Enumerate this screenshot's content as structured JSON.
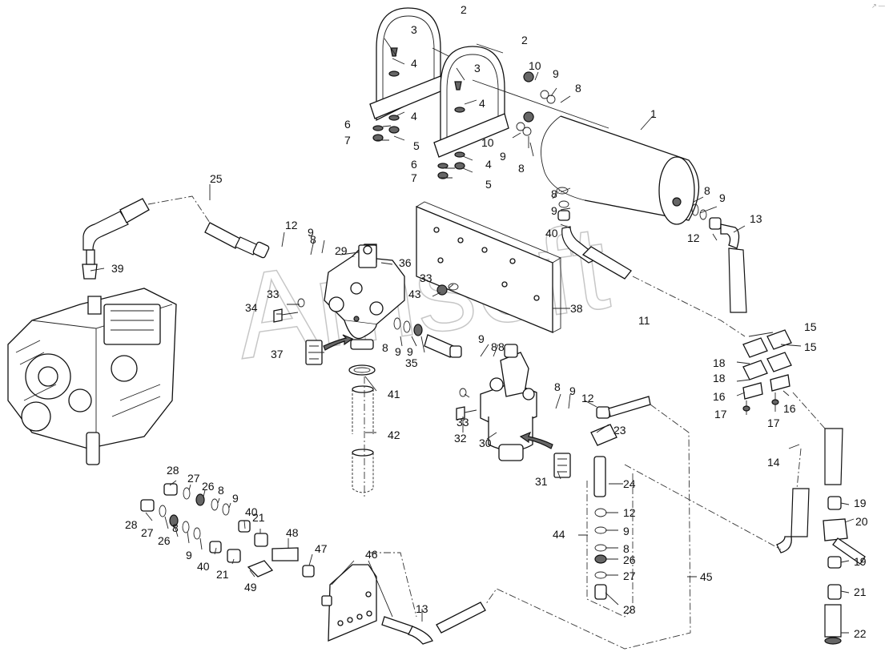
{
  "diagram": {
    "title": "Air tank and air dryer installation — exploded parts diagram",
    "watermark": "Amsoft",
    "corner_mark": "↗ —",
    "callouts": [
      {
        "id": "c1",
        "text": "1"
      },
      {
        "id": "c2a",
        "text": "2"
      },
      {
        "id": "c2b",
        "text": "2"
      },
      {
        "id": "c3a",
        "text": "3"
      },
      {
        "id": "c3b",
        "text": "3"
      },
      {
        "id": "c4a",
        "text": "4"
      },
      {
        "id": "c4b",
        "text": "4"
      },
      {
        "id": "c4c",
        "text": "4"
      },
      {
        "id": "c4d",
        "text": "4"
      },
      {
        "id": "c5a",
        "text": "5"
      },
      {
        "id": "c5b",
        "text": "5"
      },
      {
        "id": "c6a",
        "text": "6"
      },
      {
        "id": "c6b",
        "text": "6"
      },
      {
        "id": "c7a",
        "text": "7"
      },
      {
        "id": "c7b",
        "text": "7"
      },
      {
        "id": "c8a",
        "text": "8"
      },
      {
        "id": "c8b",
        "text": "8"
      },
      {
        "id": "c8c",
        "text": "8"
      },
      {
        "id": "c8d",
        "text": "8"
      },
      {
        "id": "c8e",
        "text": "8"
      },
      {
        "id": "c8f",
        "text": "8"
      },
      {
        "id": "c8g",
        "text": "8"
      },
      {
        "id": "c8h",
        "text": "8"
      },
      {
        "id": "c8i",
        "text": "8"
      },
      {
        "id": "c8j",
        "text": "8"
      },
      {
        "id": "c8k",
        "text": "8"
      },
      {
        "id": "c8l",
        "text": "8"
      },
      {
        "id": "c9a",
        "text": "9"
      },
      {
        "id": "c9b",
        "text": "9"
      },
      {
        "id": "c9c",
        "text": "9"
      },
      {
        "id": "c9d",
        "text": "9"
      },
      {
        "id": "c9e",
        "text": "9"
      },
      {
        "id": "c9f",
        "text": "9"
      },
      {
        "id": "c9g",
        "text": "9"
      },
      {
        "id": "c9h",
        "text": "9"
      },
      {
        "id": "c9i",
        "text": "9"
      },
      {
        "id": "c9j",
        "text": "9"
      },
      {
        "id": "c9k",
        "text": "9"
      },
      {
        "id": "c9l",
        "text": "9"
      },
      {
        "id": "c10a",
        "text": "10"
      },
      {
        "id": "c10b",
        "text": "10"
      },
      {
        "id": "c11",
        "text": "11"
      },
      {
        "id": "c12a",
        "text": "12"
      },
      {
        "id": "c12b",
        "text": "12"
      },
      {
        "id": "c12c",
        "text": "12"
      },
      {
        "id": "c12d",
        "text": "12"
      },
      {
        "id": "c13a",
        "text": "13"
      },
      {
        "id": "c13b",
        "text": "13"
      },
      {
        "id": "c14",
        "text": "14"
      },
      {
        "id": "c15a",
        "text": "15"
      },
      {
        "id": "c15b",
        "text": "15"
      },
      {
        "id": "c16a",
        "text": "16"
      },
      {
        "id": "c16b",
        "text": "16"
      },
      {
        "id": "c17a",
        "text": "17"
      },
      {
        "id": "c17b",
        "text": "17"
      },
      {
        "id": "c18a",
        "text": "18"
      },
      {
        "id": "c18b",
        "text": "18"
      },
      {
        "id": "c19a",
        "text": "19"
      },
      {
        "id": "c19b",
        "text": "19"
      },
      {
        "id": "c20",
        "text": "20"
      },
      {
        "id": "c21a",
        "text": "21"
      },
      {
        "id": "c21b",
        "text": "21"
      },
      {
        "id": "c21c",
        "text": "21"
      },
      {
        "id": "c22",
        "text": "22"
      },
      {
        "id": "c23",
        "text": "23"
      },
      {
        "id": "c24",
        "text": "24"
      },
      {
        "id": "c25",
        "text": "25"
      },
      {
        "id": "c26a",
        "text": "26"
      },
      {
        "id": "c26b",
        "text": "26"
      },
      {
        "id": "c26c",
        "text": "26"
      },
      {
        "id": "c27a",
        "text": "27"
      },
      {
        "id": "c27b",
        "text": "27"
      },
      {
        "id": "c27c",
        "text": "27"
      },
      {
        "id": "c28a",
        "text": "28"
      },
      {
        "id": "c28b",
        "text": "28"
      },
      {
        "id": "c28c",
        "text": "28"
      },
      {
        "id": "c29",
        "text": "29"
      },
      {
        "id": "c30",
        "text": "30"
      },
      {
        "id": "c31",
        "text": "31"
      },
      {
        "id": "c32",
        "text": "32"
      },
      {
        "id": "c33a",
        "text": "33"
      },
      {
        "id": "c33b",
        "text": "33"
      },
      {
        "id": "c33c",
        "text": "33"
      },
      {
        "id": "c34",
        "text": "34"
      },
      {
        "id": "c35",
        "text": "35"
      },
      {
        "id": "c36",
        "text": "36"
      },
      {
        "id": "c37",
        "text": "37"
      },
      {
        "id": "c38",
        "text": "38"
      },
      {
        "id": "c39",
        "text": "39"
      },
      {
        "id": "c40a",
        "text": "40"
      },
      {
        "id": "c40b",
        "text": "40"
      },
      {
        "id": "c40c",
        "text": "40"
      },
      {
        "id": "c41",
        "text": "41"
      },
      {
        "id": "c42",
        "text": "42"
      },
      {
        "id": "c43",
        "text": "43"
      },
      {
        "id": "c44",
        "text": "44"
      },
      {
        "id": "c45",
        "text": "45"
      },
      {
        "id": "c46",
        "text": "46"
      },
      {
        "id": "c47",
        "text": "47"
      },
      {
        "id": "c48",
        "text": "48"
      },
      {
        "id": "c49",
        "text": "49"
      }
    ]
  }
}
